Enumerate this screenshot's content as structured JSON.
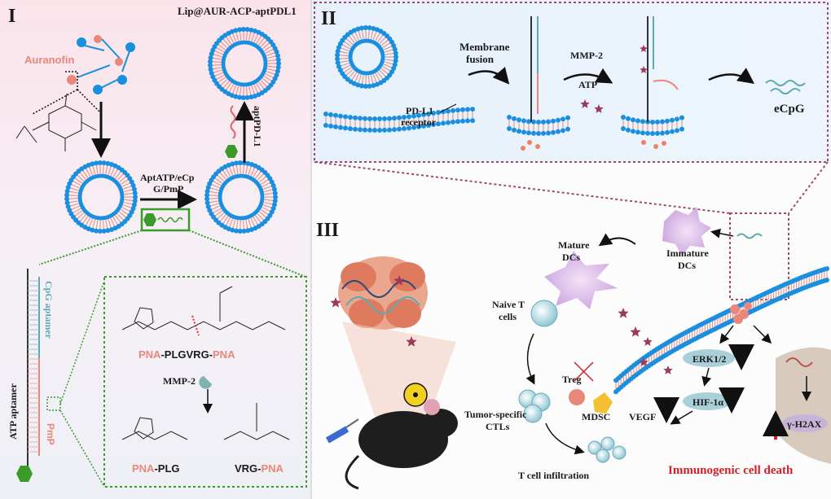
{
  "panels": {
    "panel1": "I",
    "panel2": "II",
    "panel3": "III"
  },
  "panel1": {
    "top_right_title": "Lip@AUR-ACP-aptPDL1",
    "drug_label": "Auranofin",
    "step_label_line1": "AptATP/eCp",
    "step_label_line2": "G/PmP",
    "apt_label": "aptPD-L1",
    "cpg_aptamer": "CpG aptamer",
    "atp_aptamer": "ATP aptamer",
    "pmp": "PmP",
    "peptide_full_pre": "PNA",
    "peptide_full_mid": "-PLGVRG-",
    "peptide_full_post": "PNA",
    "enzyme": "MMP-2",
    "frag1_pre": "PNA",
    "frag1_post": "-PLG",
    "frag2_pre": "VRG-",
    "frag2_post": "PNA"
  },
  "panel2": {
    "membrane_fusion_1": "Membrane",
    "membrane_fusion_2": "fusion",
    "receptor_1": "PD-L1",
    "receptor_2": "receptor",
    "mmp2": "MMP-2",
    "atp": "ATP",
    "ecpg": "eCpG"
  },
  "panel3": {
    "immature_1": "Immature",
    "immature_2": "DCs",
    "mature_1": "Mature",
    "mature_2": "DCs",
    "naive_1": "Naive T",
    "naive_2": "cells",
    "ctl_1": "Tumor-specific",
    "ctl_2": "CTLs",
    "treg": "Treg",
    "mdsc": "MDSC",
    "vegf": "VEGF",
    "erk": "ERK1/2",
    "hif": "HIF-1α",
    "h2ax": "γ-H2AX",
    "infiltration": "T cell infiltration",
    "icd": "Immunogenic cell death"
  },
  "colors": {
    "lipid_head": "#1a8fe0",
    "lipid_tail": "#e8877a",
    "aptamer": "#5aa9b5",
    "dna_strand": "#e0626a",
    "star": "#9b3a5a",
    "pmp_box": "#3a9a2a",
    "dotted_box": "#a04a6a",
    "red_arrow": "#d0202a"
  }
}
